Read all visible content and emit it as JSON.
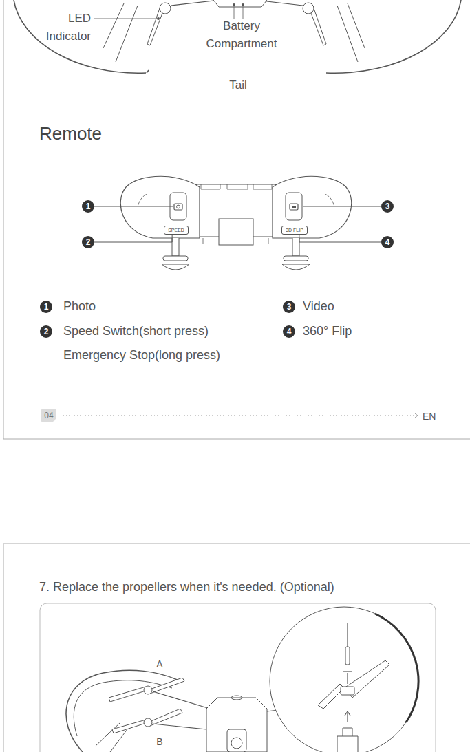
{
  "diagram": {
    "title": "Remote",
    "nodes": [
      {
        "text": [
          "1"
        ]
      },
      {
        "text": [
          "3"
        ]
      },
      {
        "text": [
          "2"
        ]
      },
      {
        "text": [
          "SPEED"
        ]
      },
      {
        "text": [
          "3D FLIP"
        ]
      },
      {
        "text": [
          "4"
        ]
      },
      {
        "text": [
          "1"
        ]
      },
      {
        "text": [
          "3"
        ]
      },
      {
        "text": [
          "2"
        ]
      },
      {
        "text": [
          "4"
        ]
      },
      {
        "text": [
          "04"
        ]
      }
    ],
    "edges": [
      {
        "from": 2,
        "to": 3,
        "arrow": "none"
      },
      {
        "from": 5,
        "to": 4,
        "arrow": "none"
      }
    ],
    "labels": [
      "LED Indicator",
      "Battery Compartment",
      "Tail",
      "Photo",
      "Video",
      "Speed Switch(short press)",
      "360° Flip",
      "Emergency Stop(long press)",
      "EN",
      "7. Replace the propellers when it's needed. (Optional)",
      "A",
      "B"
    ]
  }
}
